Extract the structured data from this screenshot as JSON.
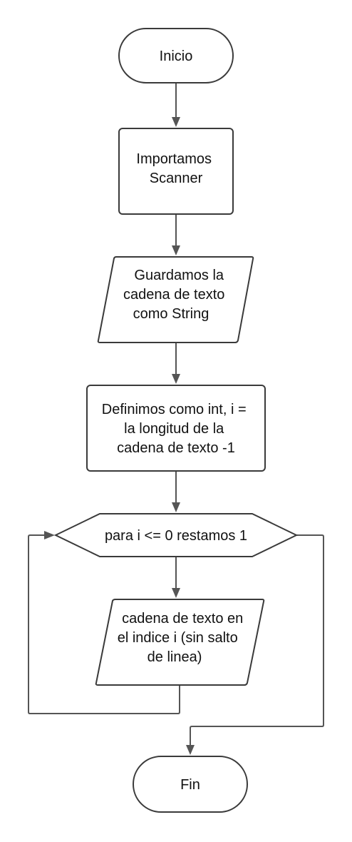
{
  "nodes": {
    "start": {
      "lines": [
        "Inicio"
      ]
    },
    "import": {
      "lines": [
        "Importamos",
        "Scanner"
      ]
    },
    "input": {
      "lines": [
        "Guardamos la",
        "cadena de texto",
        "como String"
      ]
    },
    "define": {
      "lines": [
        "Definimos como int, i =",
        "la longitud de la",
        "cadena de texto -1"
      ]
    },
    "loop": {
      "lines": [
        "para i <= 0 restamos 1"
      ]
    },
    "output": {
      "lines": [
        "cadena de texto en",
        "el indice i (sin salto",
        "de linea)"
      ]
    },
    "end": {
      "lines": [
        "Fin"
      ]
    }
  }
}
